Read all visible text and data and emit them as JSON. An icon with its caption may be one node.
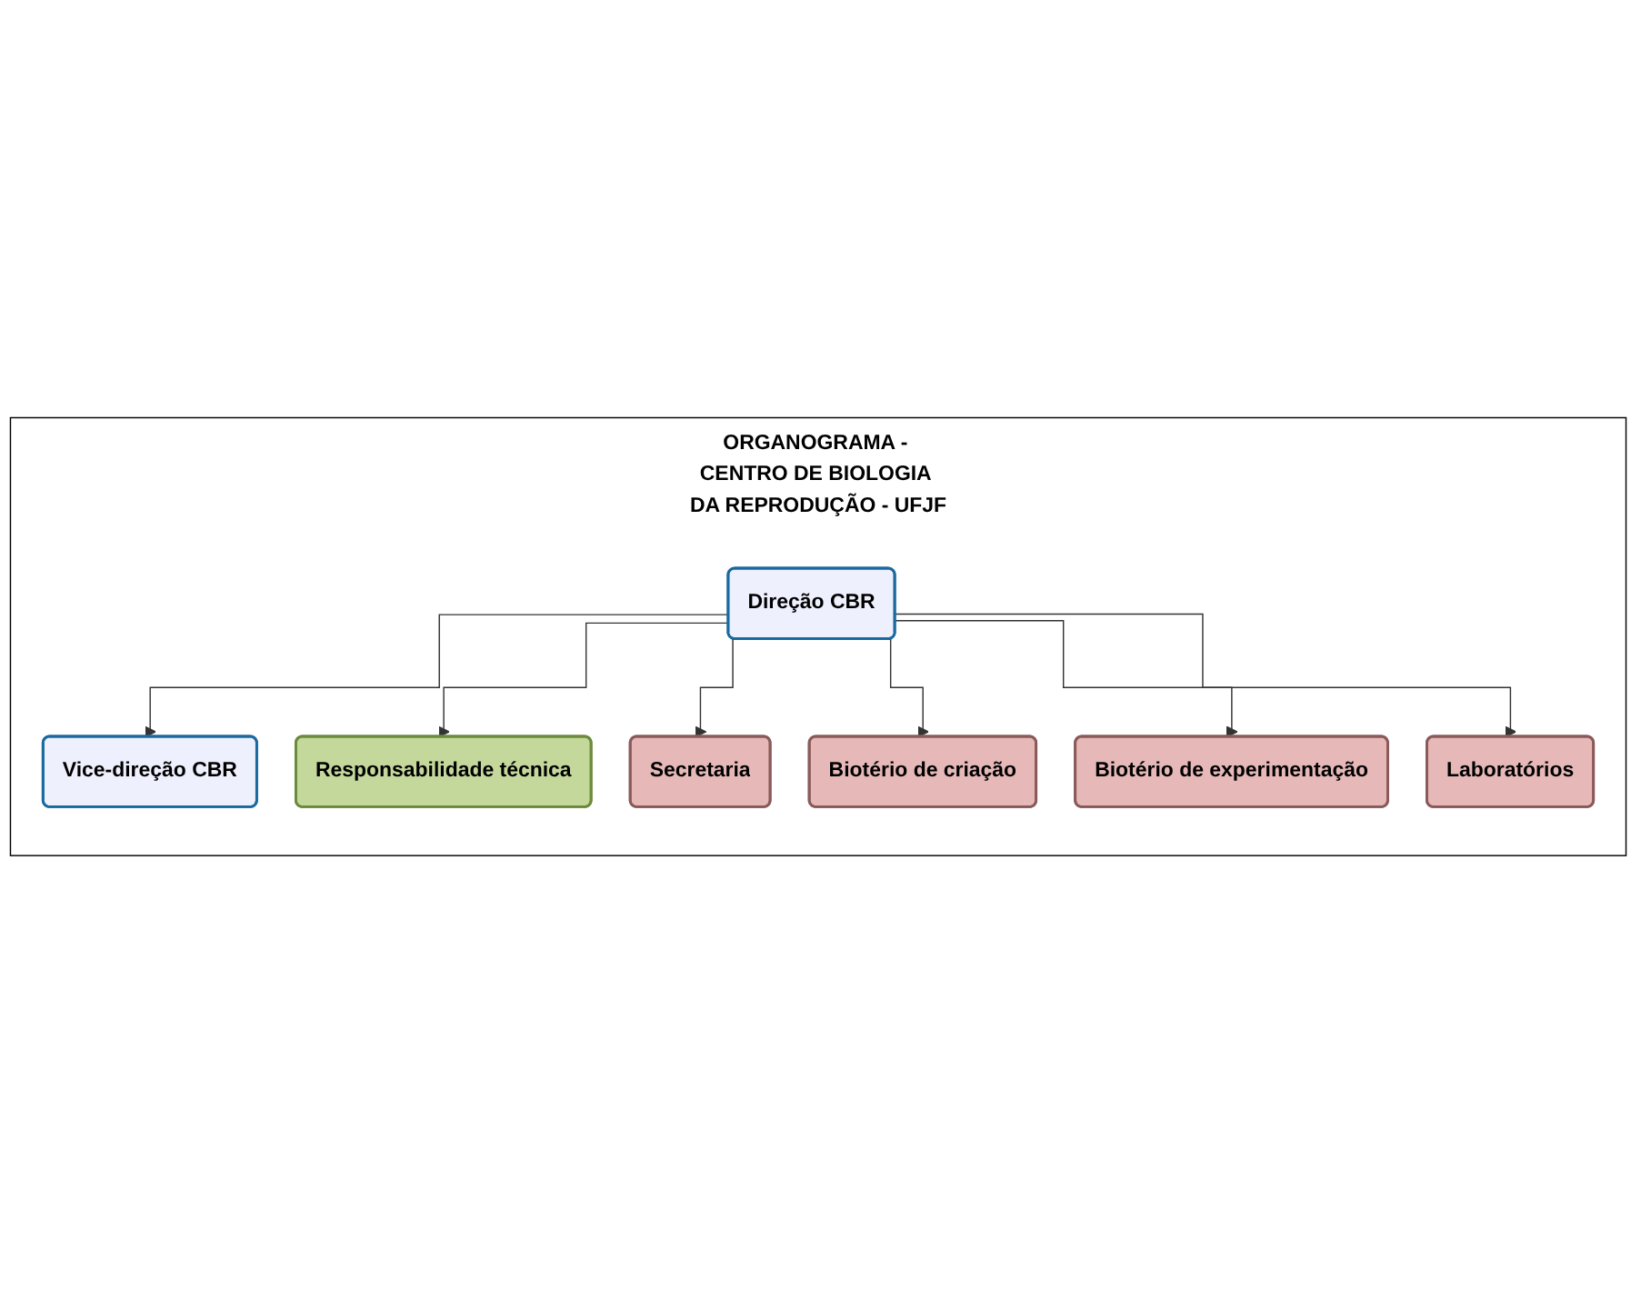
{
  "diagram": {
    "nodes": [
      {
        "text": [
          "ORGANOGRAMA - CENTRO DE BIOLOGIA DA REPRODUÇÃO - UFJF"
        ]
      },
      {
        "text": [
          "Direção CBR"
        ],
        "in": 0
      },
      {
        "text": [
          "Vice-direção CBR"
        ],
        "in": 0
      },
      {
        "text": [
          "Responsabilidade técnica"
        ],
        "in": 0
      },
      {
        "text": [
          "Secretaria"
        ],
        "in": 0
      },
      {
        "text": [
          "Biotério de criação"
        ],
        "in": 0
      },
      {
        "text": [
          "Biotério de experimentação"
        ],
        "in": 0
      },
      {
        "text": [
          "Laboratórios"
        ],
        "in": 0
      }
    ],
    "edges": [
      {
        "from": 1,
        "to": 2,
        "arrow": "to"
      },
      {
        "from": 1,
        "to": 3,
        "arrow": "to"
      },
      {
        "from": 1,
        "to": 4,
        "arrow": "to"
      },
      {
        "from": 1,
        "to": 5,
        "arrow": "to"
      },
      {
        "from": 1,
        "to": 6,
        "arrow": "to"
      },
      {
        "from": 1,
        "to": 7,
        "arrow": "to"
      }
    ]
  }
}
